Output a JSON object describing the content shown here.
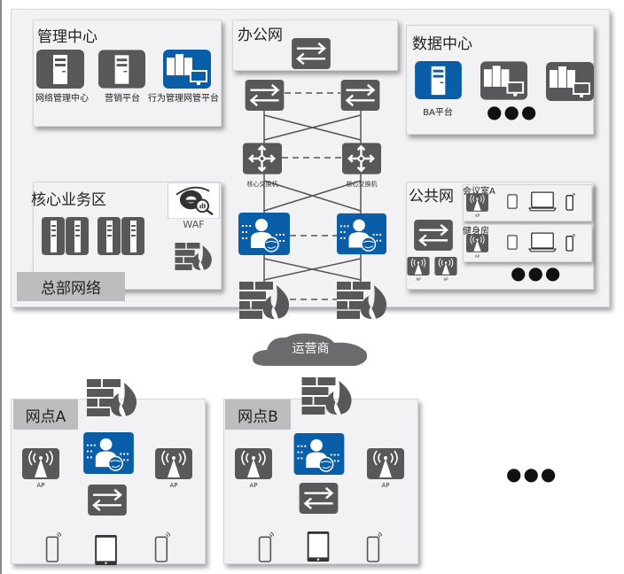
{
  "headquarters": {
    "label": "总部网络",
    "management_center": {
      "title": "管理中心",
      "items": [
        "网络管理中心",
        "营销平台",
        "行为管理网管平台"
      ]
    },
    "office_network": {
      "title": "办公网"
    },
    "core_business": {
      "title": "核心业务区",
      "waf_label": "WAF"
    },
    "core_switch_label": "核心交换机",
    "data_center": {
      "title": "数据中心",
      "ba_label": "BA平台",
      "more": "●●●"
    },
    "public_network": {
      "title": "公共网",
      "rooms": [
        "会议室A",
        "健身房"
      ],
      "ap_label": "AP",
      "more": "●●●"
    }
  },
  "isp": {
    "label": "运营商"
  },
  "branches": [
    {
      "label": "网点A",
      "ap_label": "AP"
    },
    {
      "label": "网点B",
      "ap_label": "AP"
    }
  ],
  "more_branches": "●●●",
  "colors": {
    "dark_icon": "#58585a",
    "blue_icon": "#0a5ea8",
    "box_bg": "#f2f1f3",
    "label_bg": "#bdbdbd"
  }
}
